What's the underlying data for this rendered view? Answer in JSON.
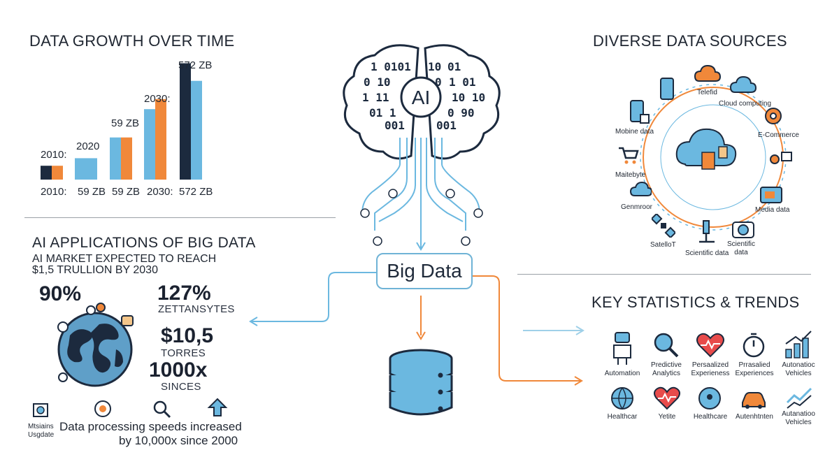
{
  "growth": {
    "title": "DATA GROWTH OVER TIME",
    "bar_labels": [
      "2010:",
      "2020",
      "59 ZB",
      "2030:",
      "572 ZB"
    ],
    "axis_labels": [
      "2010:",
      "59 ZB",
      "59 ZB",
      "2030:",
      "572 ZB"
    ],
    "chart_data": {
      "type": "bar",
      "categories": [
        "2010:",
        "59 ZB",
        "59 ZB",
        "2030:",
        "572 ZB"
      ],
      "series": [
        {
          "values": [
            22,
            34,
            67,
            112,
            185
          ]
        },
        {
          "values": [
            22,
            34,
            67,
            128,
            157
          ]
        }
      ],
      "colors": [
        "#1c2a3e",
        "#6bb8e0",
        "#f0883a"
      ]
    }
  },
  "sources": {
    "title": "DIVERSE DATA SOURCES",
    "items": [
      {
        "label": "Telefid",
        "icon": "phone-icon"
      },
      {
        "label": "Cloud computing",
        "icon": "cloud-icon"
      },
      {
        "label": "Mobine data",
        "icon": "mobile-icon"
      },
      {
        "label": "E-Commerce",
        "icon": "gear-icon"
      },
      {
        "label": "Maitebyte",
        "icon": "cart-icon"
      },
      {
        "label": "Genmroor",
        "icon": "cloud-sync-icon"
      },
      {
        "label": "Media data",
        "icon": "media-icon"
      },
      {
        "label": "SatelloT",
        "icon": "satellite-icon"
      },
      {
        "label": "Scientific data",
        "icon": "microscope-icon"
      },
      {
        "label": "Scientific\ndata",
        "icon": "camera-icon"
      }
    ]
  },
  "center": {
    "brain_label": "AI",
    "big_data_label": "Big Data"
  },
  "applications": {
    "title": "AI APPLICATIONS OF BIG DATA",
    "subtitle_line1": "AI MARKET EXPECTED TO REACH",
    "subtitle_line2": "$1,5 TRULLION BY 2030",
    "stat_90": "90%",
    "stat_127": "127%",
    "stat_127_sub": "ZETTANSYTES",
    "stat_105": "$10,5",
    "stat_105_sub": "TORRES",
    "stat_1000": "1000x",
    "stat_1000_sub": "SINCES",
    "footer_small": "Mtsiains\nUsgdate",
    "footer_line1": "Data processing speeds increased",
    "footer_line2": "by 10,000x since 2000"
  },
  "stats": {
    "title": "KEY STATISTICS & TRENDS",
    "row1": [
      {
        "label": "Automation",
        "icon": "robot-icon"
      },
      {
        "label": "Predictive\nAnalytics",
        "icon": "magnifier-icon"
      },
      {
        "label": "Persaalized\nExperieness",
        "icon": "heart-pulse-icon"
      },
      {
        "label": "Prrasalied\nExperiences",
        "icon": "stopwatch-icon"
      },
      {
        "label": "Autonatioc\nVehicles",
        "icon": "bar-trend-icon"
      }
    ],
    "row2": [
      {
        "label": "Healthcar",
        "icon": "globe-icon"
      },
      {
        "label": "Yetite",
        "icon": "heart-rate-icon"
      },
      {
        "label": "Healthcare",
        "icon": "globe-pin-icon"
      },
      {
        "label": "Autenhtnten",
        "icon": "car-icon"
      },
      {
        "label": "Autanatioo\nVehicles",
        "icon": "trend-lines-icon"
      }
    ]
  }
}
